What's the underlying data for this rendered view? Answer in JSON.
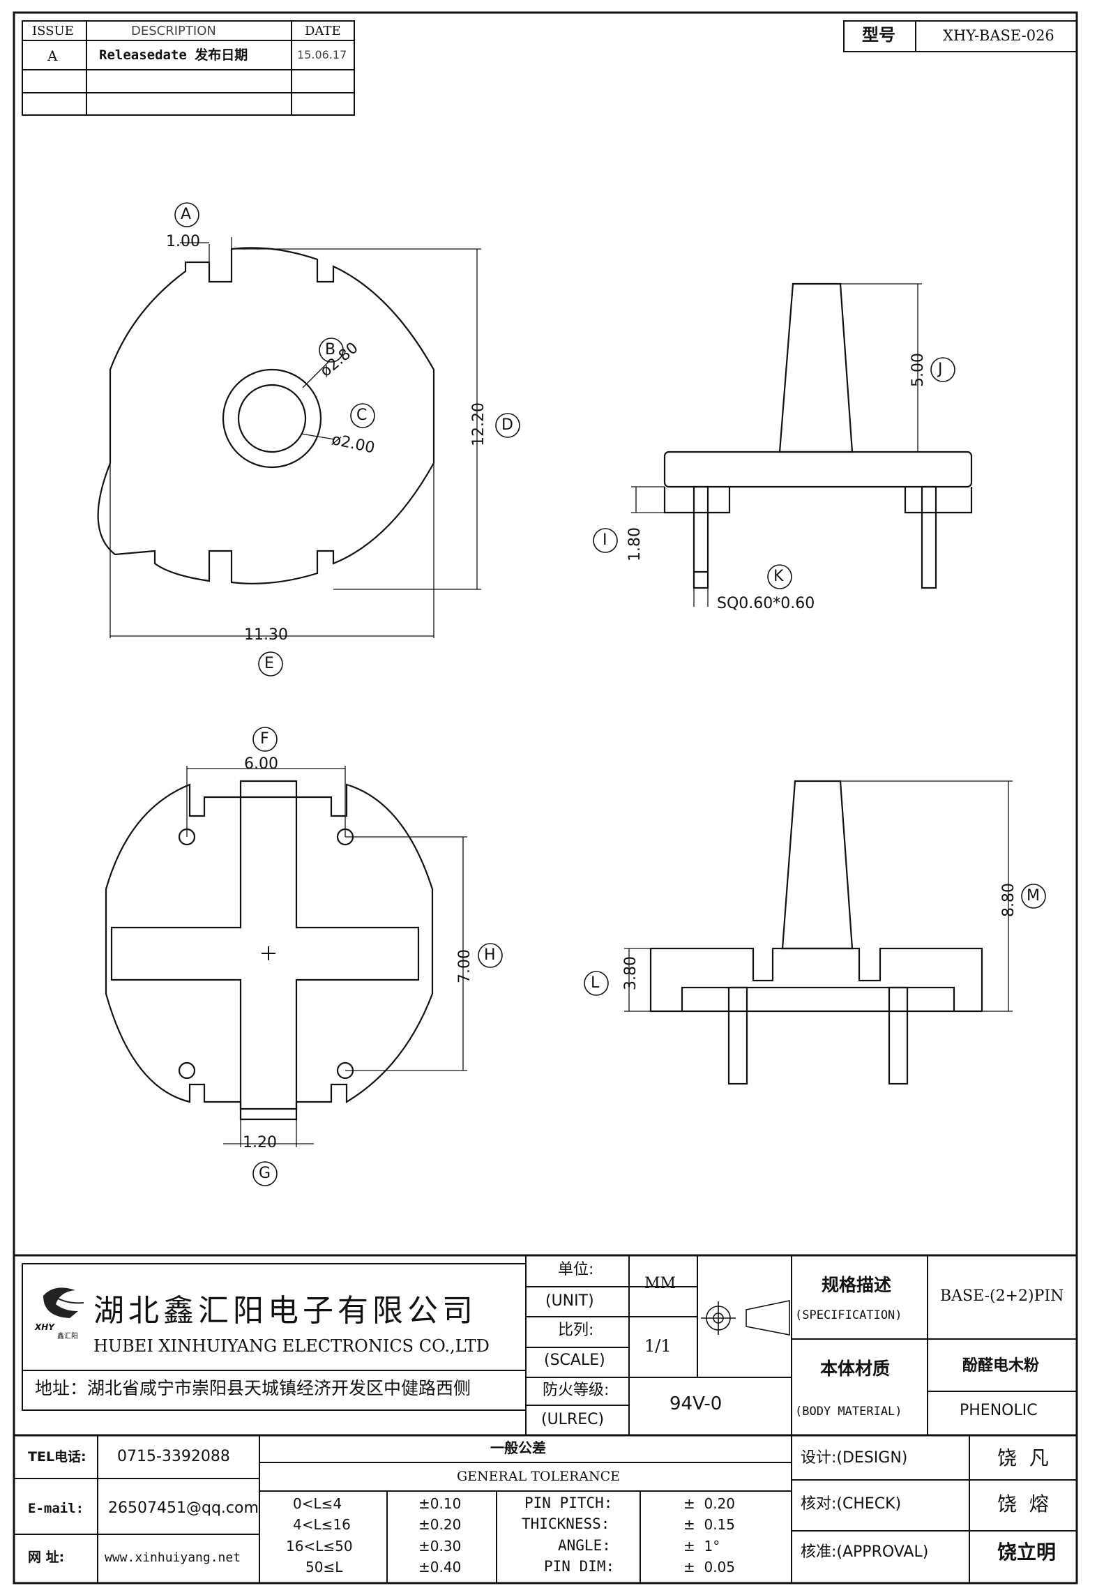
{
  "revision_table": {
    "headers": {
      "issue": "ISSUE",
      "description": "DESCRIPTION",
      "date": "DATE"
    },
    "row": {
      "issue": "A",
      "description": "Releasedate 发布日期",
      "date": "15.06.17"
    }
  },
  "model_box": {
    "label": "型号",
    "value": "XHY-BASE-026"
  },
  "dimensions": {
    "A": {
      "circle": "A",
      "value": "1.00"
    },
    "B": {
      "circle": "B",
      "value": "ø2.80"
    },
    "C": {
      "circle": "C",
      "value": "ø2.00"
    },
    "D": {
      "circle": "D",
      "value": "12.20"
    },
    "E": {
      "circle": "E",
      "value": "11.30"
    },
    "F": {
      "circle": "F",
      "value": "6.00"
    },
    "G": {
      "circle": "G",
      "value": "1.20"
    },
    "H": {
      "circle": "H",
      "value": "7.00"
    },
    "I": {
      "circle": "I",
      "value": "1.80"
    },
    "J": {
      "circle": "J",
      "value": "5.00"
    },
    "K": {
      "circle": "K",
      "value": "SQ0.60*0.60"
    },
    "L": {
      "circle": "L",
      "value": "3.80"
    },
    "M": {
      "circle": "M",
      "value": "8.80"
    }
  },
  "company": {
    "name_cn": "湖北鑫汇阳电子有限公司",
    "name_en": "HUBEI XINHUIYANG ELECTRONICS CO.,LTD",
    "address": "地址：湖北省咸宁市崇阳县天城镇经济开发区中健路西侧",
    "logo_text": "XHY",
    "logo_sub": "鑫汇阳"
  },
  "spec_block": {
    "unit_cn": "单位:",
    "unit_en": "(UNIT)",
    "unit_value": "MM",
    "scale_cn": "比列:",
    "scale_en": "(SCALE)",
    "scale_value": "1/1",
    "fire_cn": "防火等级:",
    "fire_en": "(ULREC)",
    "fire_value": "94V-0",
    "spec_cn": "规格描述",
    "spec_en": "(SPECIFICATION)",
    "spec_value": "BASE-(2+2)PIN",
    "material_cn": "本体材质",
    "material_en": "(BODY MATERIAL)",
    "material_value_cn": "酚醛电木粉",
    "material_value_en": "PHENOLIC"
  },
  "contact": {
    "tel_label": "TEL电话:",
    "tel": "0715-3392088",
    "email_label": "E-mail:",
    "email": "26507451@qq.com",
    "web_label": "网  址:",
    "web": "www.xinhuiyang.net"
  },
  "tolerance": {
    "title_cn": "一般公差",
    "title_en": "GENERAL TOLERANCE",
    "ranges": [
      {
        "range": "0<L≤4",
        "tol": "±0.10"
      },
      {
        "range": "4<L≤16",
        "tol": "±0.20"
      },
      {
        "range": "16<L≤50",
        "tol": "±0.30"
      },
      {
        "range": "50≤L",
        "tol": "±0.40"
      }
    ],
    "others": [
      {
        "name": "PIN PITCH:",
        "value": "±  0.20"
      },
      {
        "name": "THICKNESS:",
        "value": "±  0.15"
      },
      {
        "name": "ANGLE:",
        "value": "±  1°"
      },
      {
        "name": "PIN DIM:",
        "value": "±  0.05"
      }
    ]
  },
  "signatures": {
    "design_label": "设计:(DESIGN)",
    "design_name": "饶  凡",
    "check_label": "核对:(CHECK)",
    "check_name": "饶  熔",
    "approval_label": "核准:(APPROVAL)",
    "approval_name": "饶立明"
  }
}
